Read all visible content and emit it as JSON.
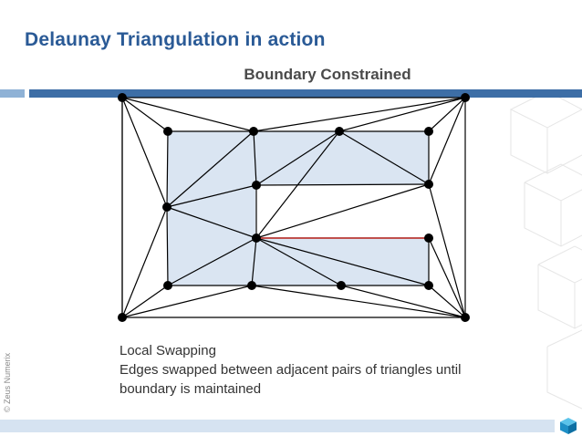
{
  "slide": {
    "title": "Delaunay Triangulation in action",
    "subtitle": "Boundary Constrained",
    "body_lines": [
      "Local Swapping",
      "Edges swapped between adjacent pairs of triangles until",
      "boundary is maintained"
    ],
    "copyright": "© Zeus Numerix"
  },
  "colors": {
    "title": "#2a5a96",
    "accent_bar": "#3d6ea6",
    "light_bar": "#8fb2d6",
    "shaded_region": "#dae5f2",
    "constrained_edge": "#c0504d",
    "edge": "#000000",
    "node": "#000000"
  },
  "icons": {
    "logo": "cube-logo-icon"
  }
}
